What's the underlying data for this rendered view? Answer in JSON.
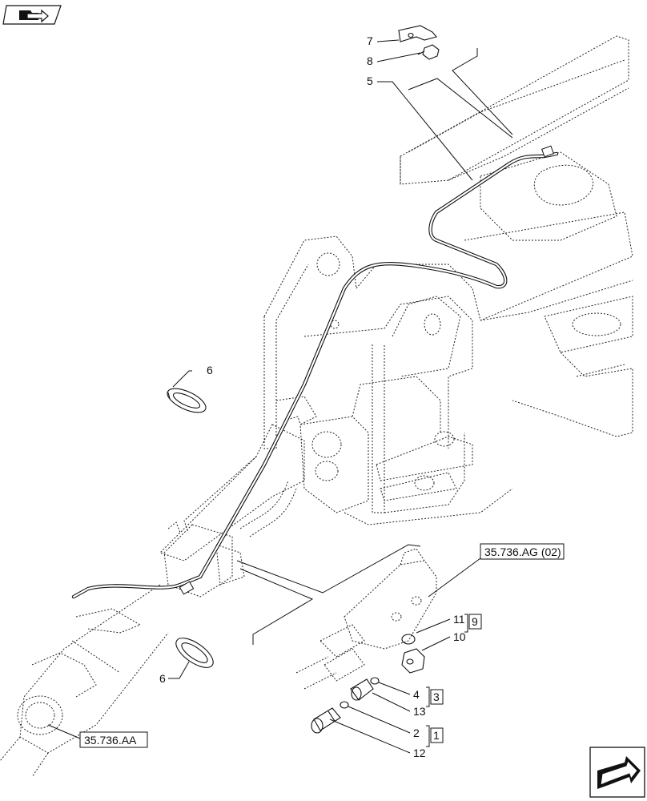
{
  "header": {
    "nav_icon": "folder-arrow-icon"
  },
  "callouts": {
    "c7": "7",
    "c8": "8",
    "c5": "5",
    "c6_top": "6",
    "c6_bottom": "6",
    "c11": "11",
    "c10": "10",
    "c4": "4",
    "c13": "13",
    "c2": "2",
    "c12": "12"
  },
  "kits": {
    "k9": "9",
    "k3": "3",
    "k1": "1"
  },
  "references": {
    "ref_ag": "35.736.AG (02)",
    "ref_aa": "35.736.AA"
  },
  "footer": {
    "nav_icon": "next-page-arrow-icon"
  }
}
